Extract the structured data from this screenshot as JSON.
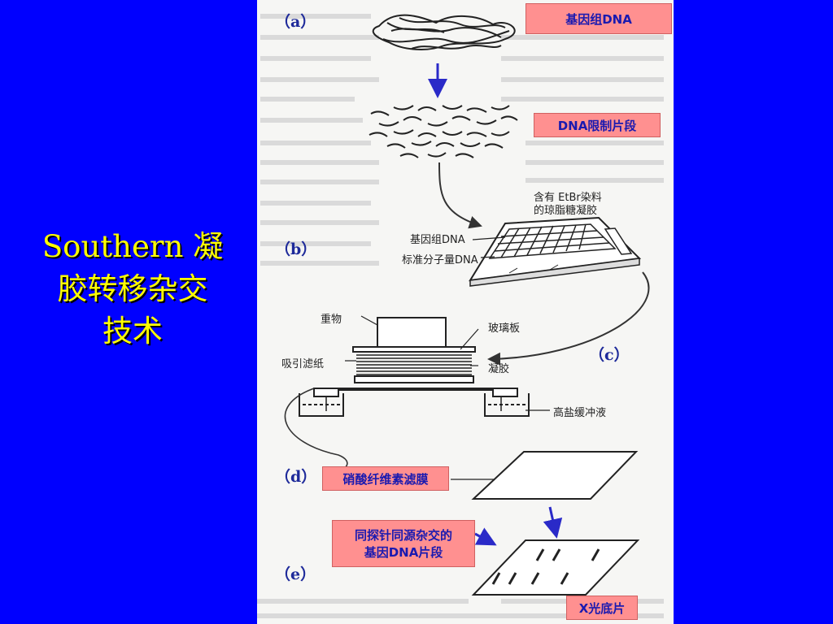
{
  "slide_title_line1": "Southern 凝",
  "slide_title_line2": "胶转移杂交",
  "slide_title_line3": "技术",
  "stages": {
    "a": "（a）",
    "b": "（b）",
    "c": "（c）",
    "d": "（d）",
    "e": "（e）"
  },
  "callouts": {
    "genomic_dna": "基因组DNA",
    "dna_fragments": "DNA限制片段",
    "nitrocellulose": "硝酸纤维素滤膜",
    "probe_line1": "同探针同源杂交的",
    "probe_line2": "基因DNA片段",
    "xray_film": "X光底片"
  },
  "figure_labels": {
    "gel_line1": "含有 EtBr染料",
    "gel_line2": "的琼脂糖凝胶",
    "genomic_dna": "基因组DNA",
    "marker_dna": "标准分子量DNA",
    "weight": "重物",
    "glass_plate": "玻璃板",
    "absorbent_paper": "吸引滤纸",
    "gel": "凝胶",
    "salt_buffer": "高盐缓冲液"
  },
  "colors": {
    "background": "#0000FF",
    "title": "#FFFF00",
    "callout_fill": "#FF9090",
    "callout_text": "#1A1AB0",
    "arrow": "#2A2AC8"
  }
}
